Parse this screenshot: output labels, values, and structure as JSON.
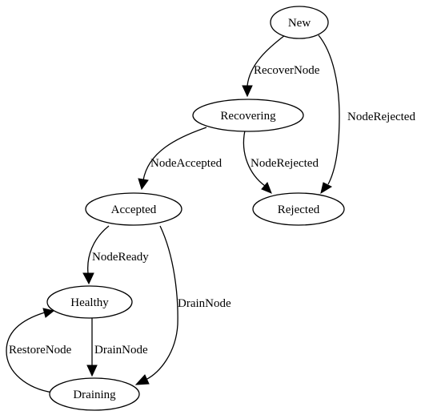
{
  "diagram": {
    "type": "state-diagram",
    "nodes": {
      "new": "New",
      "recovering": "Recovering",
      "accepted": "Accepted",
      "rejected": "Rejected",
      "healthy": "Healthy",
      "draining": "Draining"
    },
    "edges": [
      {
        "from": "New",
        "to": "Recovering",
        "label": "RecoverNode"
      },
      {
        "from": "New",
        "to": "Rejected",
        "label": "NodeRejected"
      },
      {
        "from": "Recovering",
        "to": "Accepted",
        "label": "NodeAccepted"
      },
      {
        "from": "Recovering",
        "to": "Rejected",
        "label": "NodeRejected"
      },
      {
        "from": "Accepted",
        "to": "Healthy",
        "label": "NodeReady"
      },
      {
        "from": "Accepted",
        "to": "Draining",
        "label": "DrainNode"
      },
      {
        "from": "Healthy",
        "to": "Draining",
        "label": "DrainNode"
      },
      {
        "from": "Draining",
        "to": "Healthy",
        "label": "RestoreNode"
      }
    ],
    "colors": {
      "stroke": "#000000",
      "fill": "#ffffff",
      "background": "#ffffff"
    }
  }
}
